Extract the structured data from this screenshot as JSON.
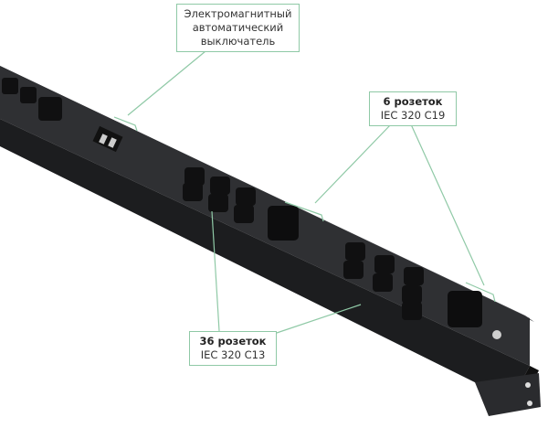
{
  "callouts": {
    "breaker": {
      "lines": [
        "Электромагнитный",
        "автоматический",
        "выключатель"
      ]
    },
    "c19": {
      "title": "6 розеток",
      "subtitle": "IEC 320 C19"
    },
    "c13": {
      "title": "36 розеток",
      "subtitle": "IEC 320 C13"
    }
  },
  "colors": {
    "pdu_front": "#2c2d30",
    "pdu_side": "#1b1c1e",
    "pdu_top": "#3a3b3e",
    "socket": "#0f0f10",
    "leader_line": "#8fc9a6"
  }
}
